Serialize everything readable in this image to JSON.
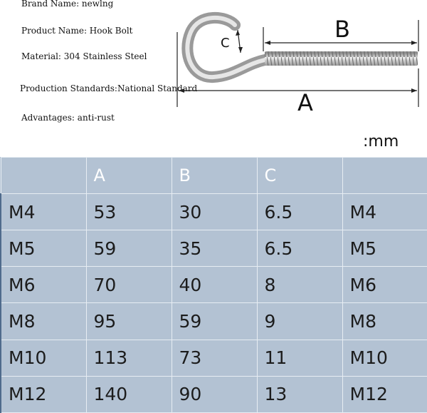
{
  "specs": {
    "brand": "Brand Name: newlng",
    "product": "Product Name: Hook Bolt",
    "material": "Material: 304 Stainless Steel",
    "standard": "Production Standards:National Standard",
    "advantages": "Advantages: anti-rust"
  },
  "figure": {
    "label_a": "A",
    "label_b": "B",
    "label_c": "C",
    "unit": ":mm"
  },
  "table": {
    "headers": [
      "",
      "A",
      "B",
      "C",
      ""
    ],
    "rows": [
      [
        "M4",
        "53",
        "30",
        "6.5",
        "M4"
      ],
      [
        "M5",
        "59",
        "35",
        "6.5",
        "M5"
      ],
      [
        "M6",
        "70",
        "40",
        "8",
        "M6"
      ],
      [
        "M8",
        "95",
        "59",
        "9",
        "M8"
      ],
      [
        "M10",
        "113",
        "73",
        "11",
        "M10"
      ],
      [
        "M12",
        "140",
        "90",
        "13",
        "M12"
      ]
    ]
  }
}
